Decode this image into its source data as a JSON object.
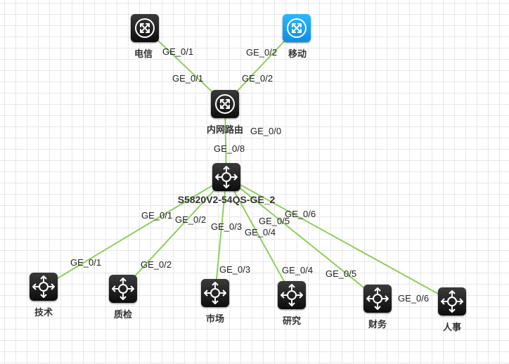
{
  "diagram": {
    "link_color": "#8fce5a",
    "nodes": {
      "dianxin": {
        "label": "电信",
        "icon": "router-icon"
      },
      "yidong": {
        "label": "移动",
        "icon": "router-icon",
        "color": "#1aa7f5"
      },
      "neiwang": {
        "label": "内网路由",
        "icon": "router-icon"
      },
      "core": {
        "label": "S5820V2-54QS-GE_2",
        "icon": "switch-icon"
      },
      "jishu": {
        "label": "技术",
        "icon": "switch-icon"
      },
      "zhijian": {
        "label": "质检",
        "icon": "switch-icon"
      },
      "shichang": {
        "label": "市场",
        "icon": "switch-icon"
      },
      "yanjiu": {
        "label": "研究",
        "icon": "switch-icon"
      },
      "caiwu": {
        "label": "财务",
        "icon": "switch-icon"
      },
      "renshi": {
        "label": "人事",
        "icon": "switch-icon"
      }
    },
    "ports": {
      "dianxin_out": "GE_0/1",
      "yidong_out": "GE_0/2",
      "neiwang_in1": "GE_0/1",
      "neiwang_in2": "GE_0/2",
      "neiwang_out": "GE_0/0",
      "core_up": "GE_0/8",
      "core_p1": "GE_0/1",
      "core_p2": "GE_0/2",
      "core_p3": "GE_0/3",
      "core_p4": "GE_0/4",
      "core_p5": "GE_0/5",
      "core_p6": "GE_0/6",
      "jishu_in": "GE_0/1",
      "zhijian_in": "GE_0/2",
      "shichang_in": "GE_0/3",
      "yanjiu_in": "GE_0/4",
      "caiwu_in": "GE_0/5",
      "renshi_in": "GE_0/6"
    }
  }
}
